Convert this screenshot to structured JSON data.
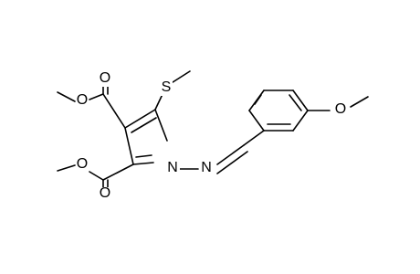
{
  "molecule": {
    "atoms": {
      "o_top_carbonyl": "O",
      "o_top_ester": "O",
      "s_thio": "S",
      "o_bottom_ester": "O",
      "n_ring": "N",
      "n_imine": "N",
      "o_bottom_carbonyl": "O",
      "o_methoxy": "O"
    }
  }
}
